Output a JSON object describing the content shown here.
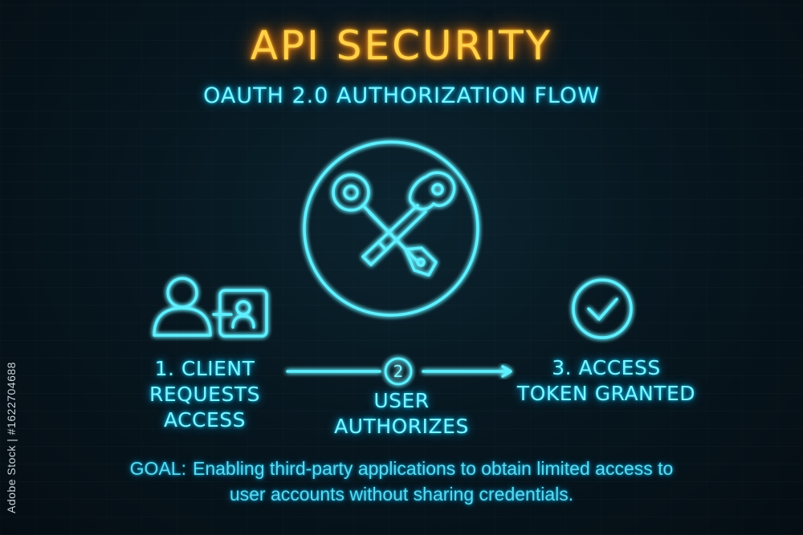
{
  "header": {
    "title": "API SECURITY",
    "subtitle": "OAUTH 2.0 AUTHORIZATION FLOW"
  },
  "steps": [
    {
      "lines": [
        "1. CLIENT",
        "REQUESTS",
        "ACCESS"
      ],
      "icon": "user-id-card-icon"
    },
    {
      "number": "2",
      "lines": [
        "USER",
        "AUTHORIZES"
      ],
      "icon": "crossed-keys-icon"
    },
    {
      "lines": [
        "3.  ACCESS",
        "TOKEN GRANTED"
      ],
      "icon": "checkmark-circle-icon"
    }
  ],
  "goal": {
    "label": "GOAL:",
    "text": "Enabling third-party applications to obtain limited access to user accounts without sharing credentials."
  },
  "watermark": "Adobe Stock | #1622704688",
  "colors": {
    "title": "#ffd24a",
    "neon_cyan": "#5ff0ff",
    "background": "#06121a"
  }
}
